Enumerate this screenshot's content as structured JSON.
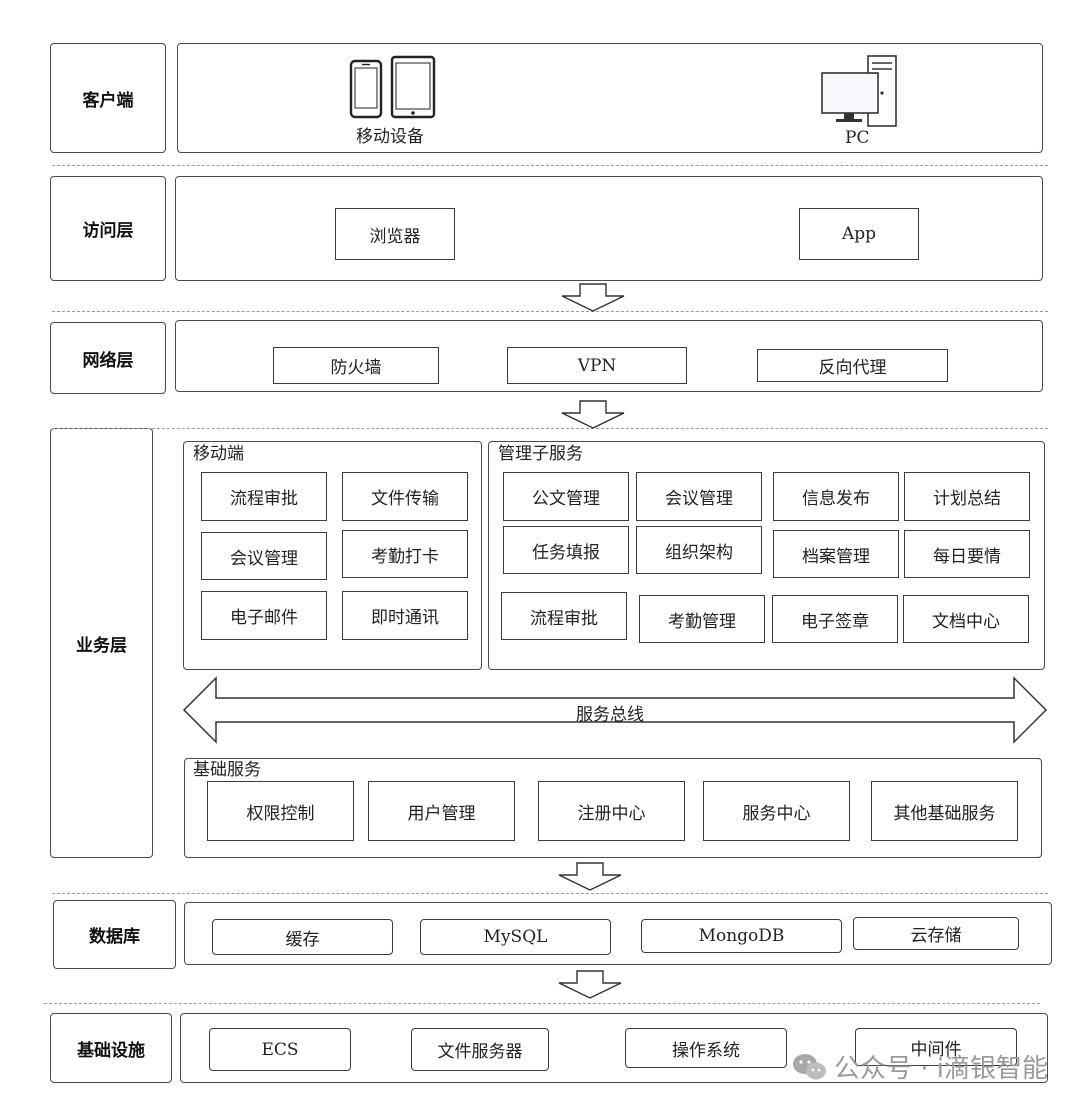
{
  "layers": {
    "client": "客户端",
    "access": "访问层",
    "network": "网络层",
    "business": "业务层",
    "database": "数据库",
    "infra": "基础设施"
  },
  "client": {
    "mobile_label": "移动设备",
    "pc_label": "PC"
  },
  "access": {
    "browser": "浏览器",
    "app": "App"
  },
  "network": {
    "firewall": "防火墙",
    "vpn": "VPN",
    "proxy": "反向代理"
  },
  "business": {
    "mobile_title": "移动端",
    "mobile_items": [
      "流程审批",
      "文件传输",
      "会议管理",
      "考勤打卡",
      "电子邮件",
      "即时通讯"
    ],
    "mgmt_title": "管理子服务",
    "mgmt_items": [
      "公文管理",
      "会议管理",
      "信息发布",
      "计划总结",
      "任务填报",
      "组织架构",
      "档案管理",
      "每日要情",
      "流程审批",
      "考勤管理",
      "电子签章",
      "文档中心"
    ],
    "bus_label": "服务总线",
    "base_title": "基础服务",
    "base_items": [
      "权限控制",
      "用户管理",
      "注册中心",
      "服务中心",
      "其他基础服务"
    ]
  },
  "database": {
    "items": [
      "缓存",
      "MySQL",
      "MongoDB",
      "云存储"
    ]
  },
  "infra": {
    "items": [
      "ECS",
      "文件服务器",
      "操作系统",
      "中间件"
    ]
  },
  "watermark": {
    "text": "公众号 · i滴银智能",
    "icon": "wechat-icon"
  }
}
